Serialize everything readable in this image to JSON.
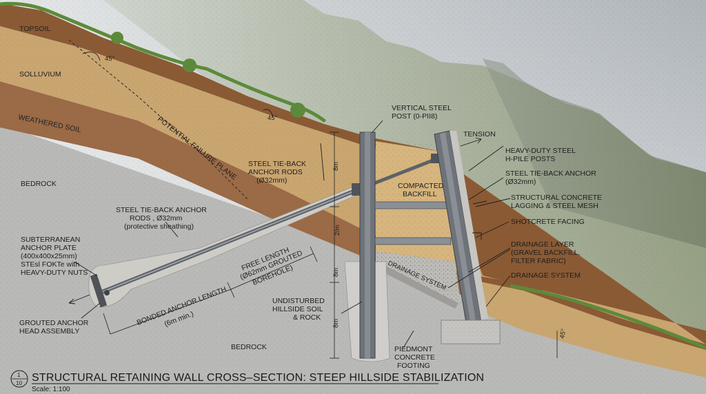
{
  "soil_layers": {
    "topsoil": "TOPSOIL",
    "solluvium": "SOLLUVIUM",
    "weathered_soil": "WEATHERED SOIL",
    "bedrock_left": "BEDROCK",
    "bedrock_bottom": "BEDROCK"
  },
  "annotations": {
    "angle_45_a": "45°",
    "angle_45_b": "45°",
    "angle_45_c": "45°",
    "failure_plane": "POTENTIAL FAILURE PLANE",
    "tie_back_upper_1": "STEEL TIE-BACK",
    "tie_back_upper_2": "ANCHOR RODS",
    "tie_back_upper_3": "(Ø32mm)",
    "tie_back_lower_1": "STEEL TIE-BACK ANCHOR",
    "tie_back_lower_2": "RODS , Ø32mm",
    "tie_back_lower_3": "(protective sheathing)",
    "anchor_plate_1": "SUBTERRANEAN",
    "anchor_plate_2": "ANCHOR PLATE",
    "anchor_plate_3": "(400x400x25mm)",
    "anchor_plate_4": "STEsl FOKTe with",
    "anchor_plate_5": "HEAVY-DUTY NUTS",
    "grouted_head_1": "GROUTED ANCHOR",
    "grouted_head_2": "HEAD ASSEMBLY",
    "bonded_length_1": "BONDED ANCHOR LENGTH",
    "bonded_length_2": "(6m min.)",
    "free_length_1": "FREE LENGTH",
    "free_length_2": "(Ø62mm GROUTED",
    "free_length_3": "BOREHOLE)",
    "vertical_post_1": "VERTICAL STEEL",
    "vertical_post_2": "POST (0-PII8)",
    "compacted_1": "COMPACTED",
    "compacted_2": "BACKFILL",
    "drainage_system_diag": "DRAINAGE SYSTEM",
    "undisturbed_1": "UNDISTURBED",
    "undisturbed_2": "HILLSIDE SOIL",
    "undisturbed_3": "& ROCK",
    "piedmont_1": "PIEDMONT",
    "piedmont_2": "CONCRETE",
    "piedmont_3": "FOOTING",
    "tension": "TENSION",
    "hpile_1": "HEAVY-DUTY STEEL",
    "hpile_2": "H-PILE POSTS",
    "anchor_right_1": "STEEL TIE-BACK ANCHOR",
    "anchor_right_2": "(Ø32mm)",
    "lagging_1": "STRUCTURAL CONCRETE",
    "lagging_2": "LAGGING & STEEL MESH",
    "shotcrete": "SHOTCRETE FACING",
    "drainage_layer_1": "DRAINAGE LAYER",
    "drainage_layer_2": "(GRAVEL BACKFILL,",
    "drainage_layer_3": "FILTER FABRIC)",
    "drainage_system_right": "DRAINAGE SYSTEM"
  },
  "dimensions": {
    "dim_8m_upper": "8m",
    "dim_2m": "2/m",
    "dim_8m_mid": "8m",
    "dim_8m_lower": "8m"
  },
  "title_block": {
    "sheet_top": "1",
    "sheet_bottom": "10",
    "title": "STRUCTURAL RETAINING WALL CROSS–SECTION: STEEP HILLSIDE STABILIZATION",
    "scale": "Scale: 1:100"
  },
  "colors": {
    "sky": "#c9ced3",
    "topsoil": "#8a5a34",
    "solluvium": "#c9a570",
    "backfill": "#d6b57e",
    "weathered": "#9b6a46",
    "bedrock": "#b8b8b6",
    "steel": "#6e7379",
    "concrete": "#c7c6c2",
    "grass": "#5c8a3a"
  }
}
